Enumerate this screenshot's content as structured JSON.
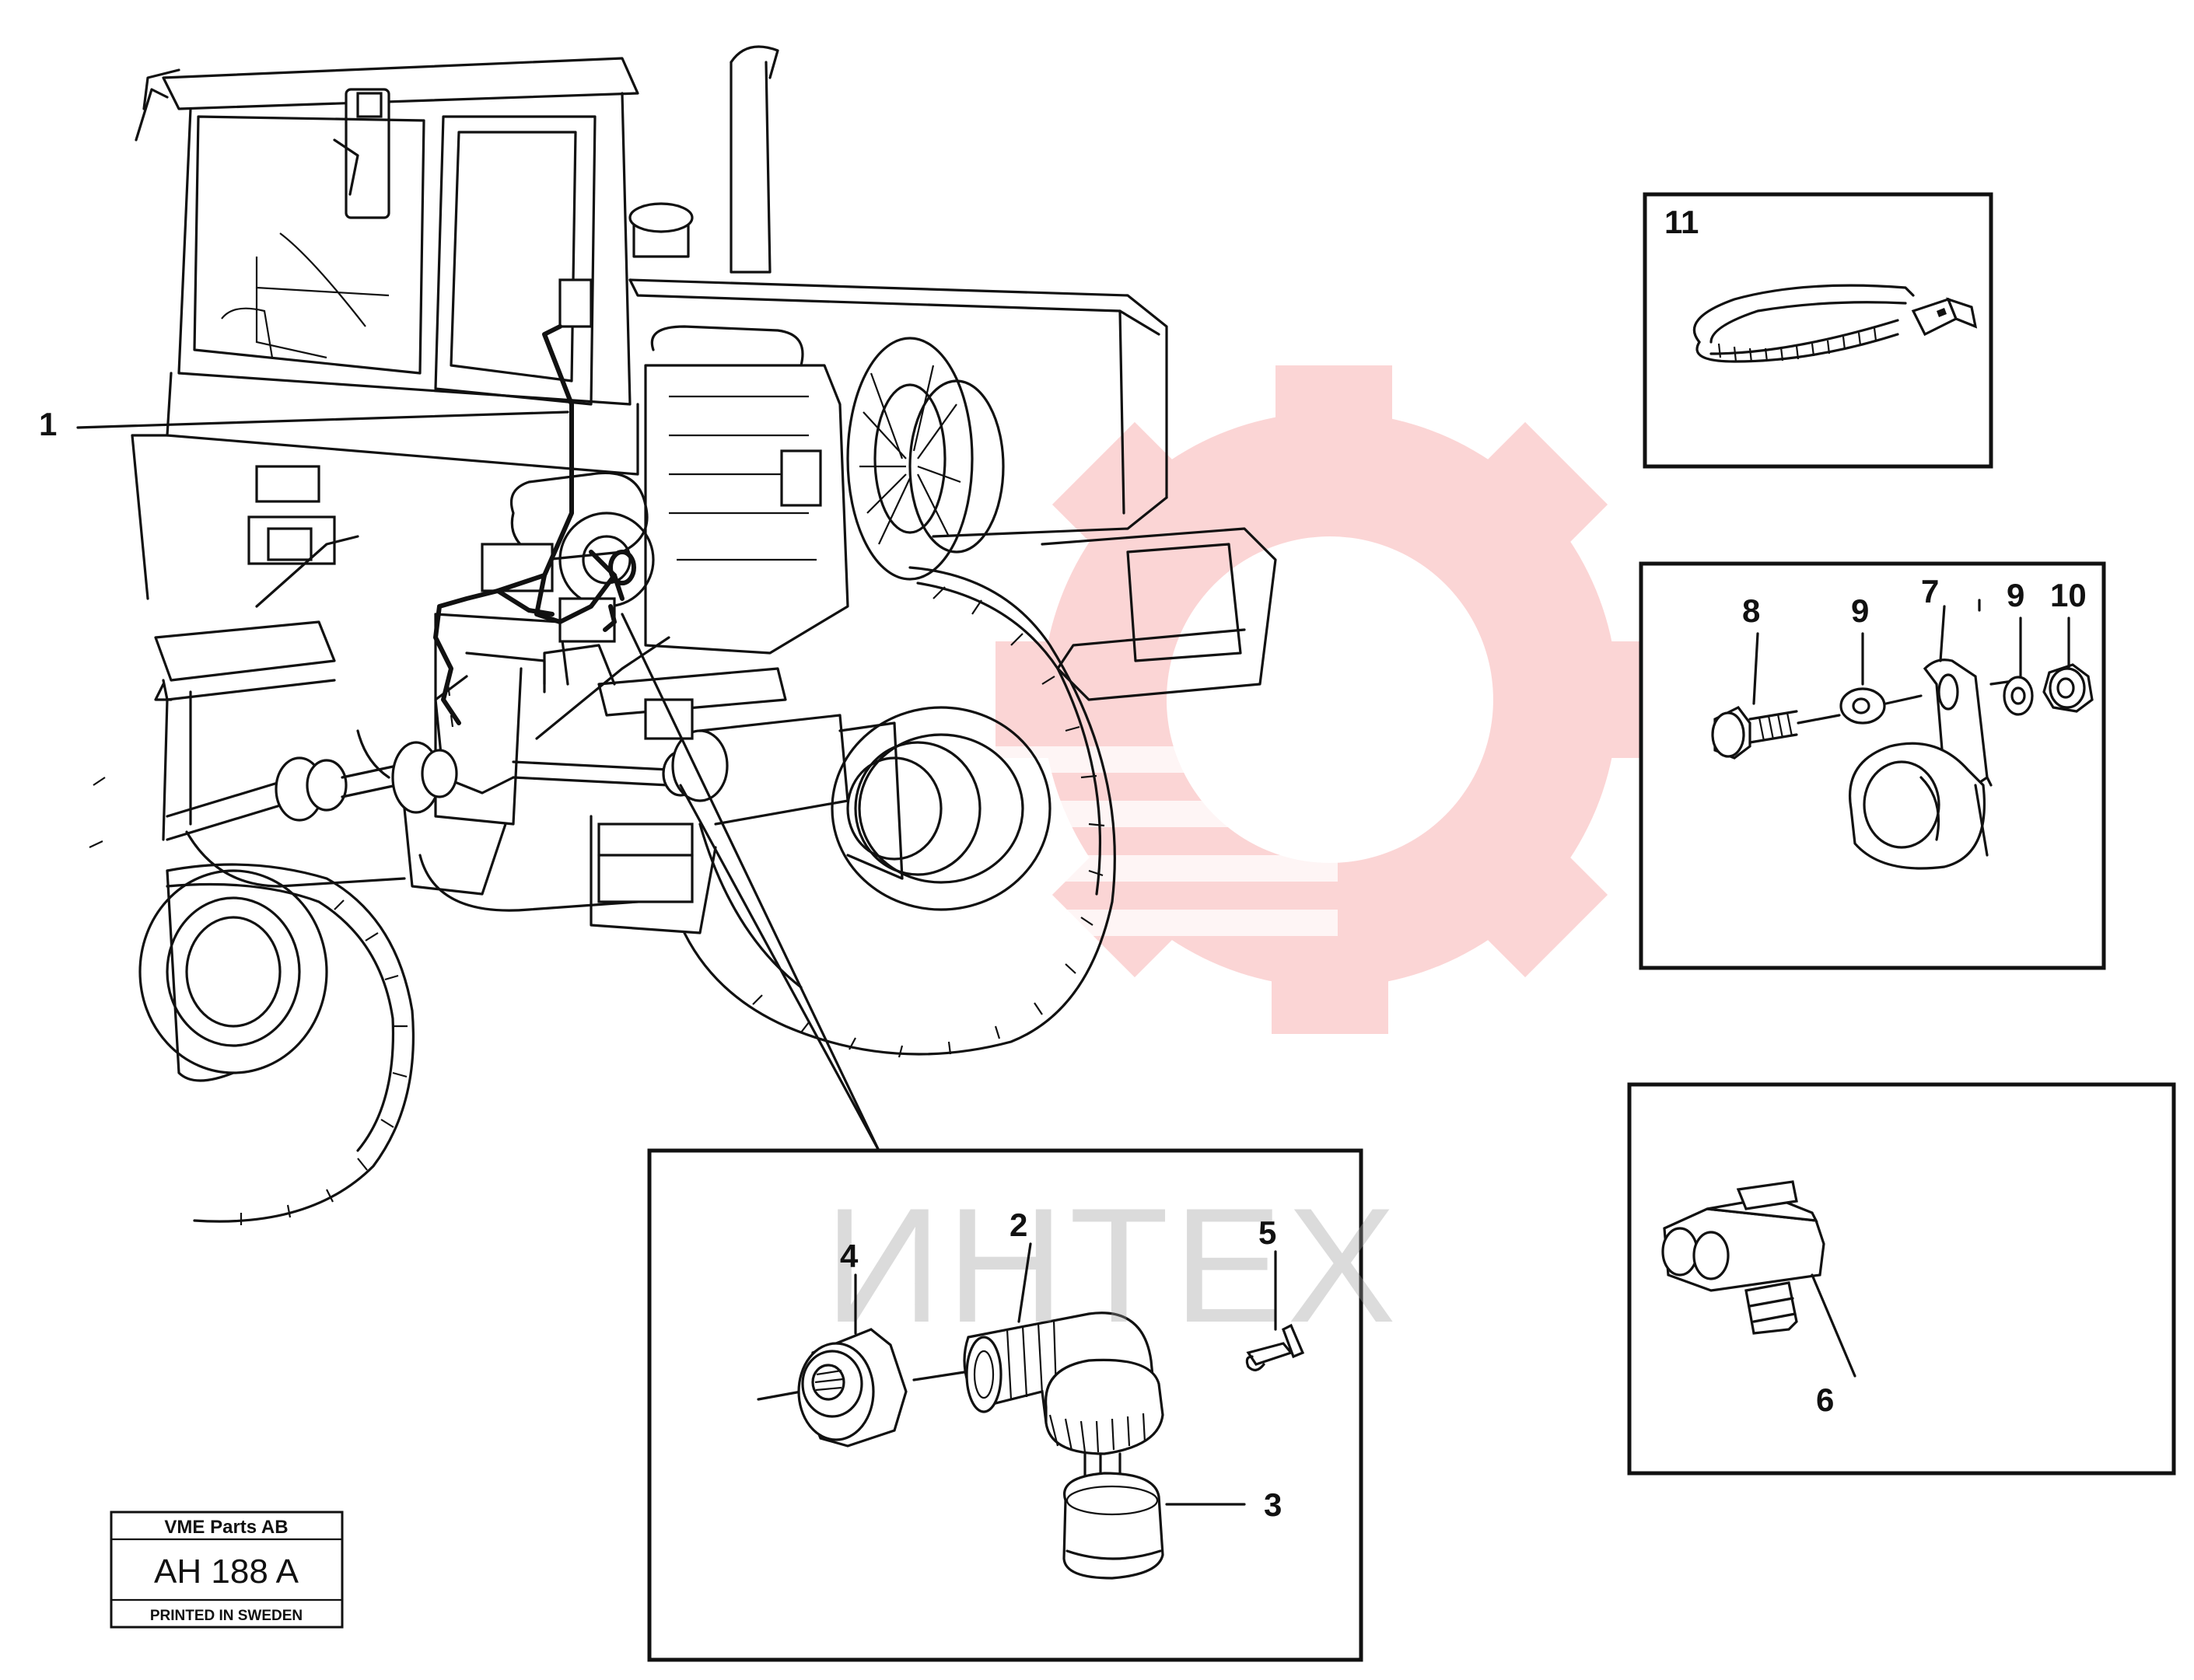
{
  "callouts": {
    "c1": "1",
    "c2": "2",
    "c3": "3",
    "c4": "4",
    "c5": "5",
    "c6": "6",
    "c7": "7",
    "c8": "8",
    "c9a": "9",
    "c9b": "9",
    "c10": "10",
    "c11": "11"
  },
  "stamp": {
    "company": "VME Parts AB",
    "code": "AH 188  A",
    "printed": "PRINTED IN SWEDEN"
  },
  "watermark": {
    "text": "ИНТЕХ",
    "color": "#f37b7b"
  }
}
